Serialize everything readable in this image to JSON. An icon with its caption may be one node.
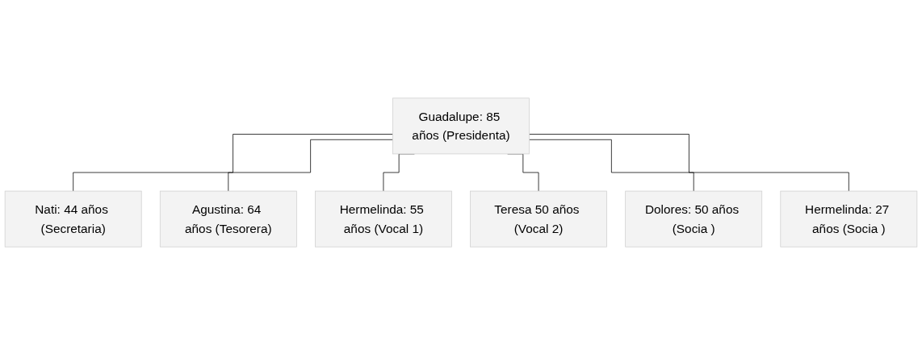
{
  "diagram": {
    "nodes": [
      {
        "text": [
          "Guadalupe: 85 años (Presidenta)"
        ]
      },
      {
        "text": [
          "Nati: 44 años (Secretaria)"
        ]
      },
      {
        "text": [
          "Agustina: 64 años (Tesorera)"
        ]
      },
      {
        "text": [
          "Hermelinda: 55 años (Vocal 1)"
        ]
      },
      {
        "text": [
          "Teresa 50 años (Vocal 2)"
        ]
      },
      {
        "text": [
          "Dolores: 50 años (Socia )"
        ]
      },
      {
        "text": [
          "Hermelinda: 27 años (Socia )"
        ]
      }
    ],
    "edges": [
      {
        "from": 0,
        "to": 1,
        "arrow": "none"
      },
      {
        "from": 0,
        "to": 2,
        "arrow": "none"
      },
      {
        "from": 0,
        "to": 3,
        "arrow": "none"
      },
      {
        "from": 0,
        "to": 4,
        "arrow": "none"
      },
      {
        "from": 0,
        "to": 5,
        "arrow": "none"
      },
      {
        "from": 0,
        "to": 6,
        "arrow": "none"
      }
    ]
  }
}
